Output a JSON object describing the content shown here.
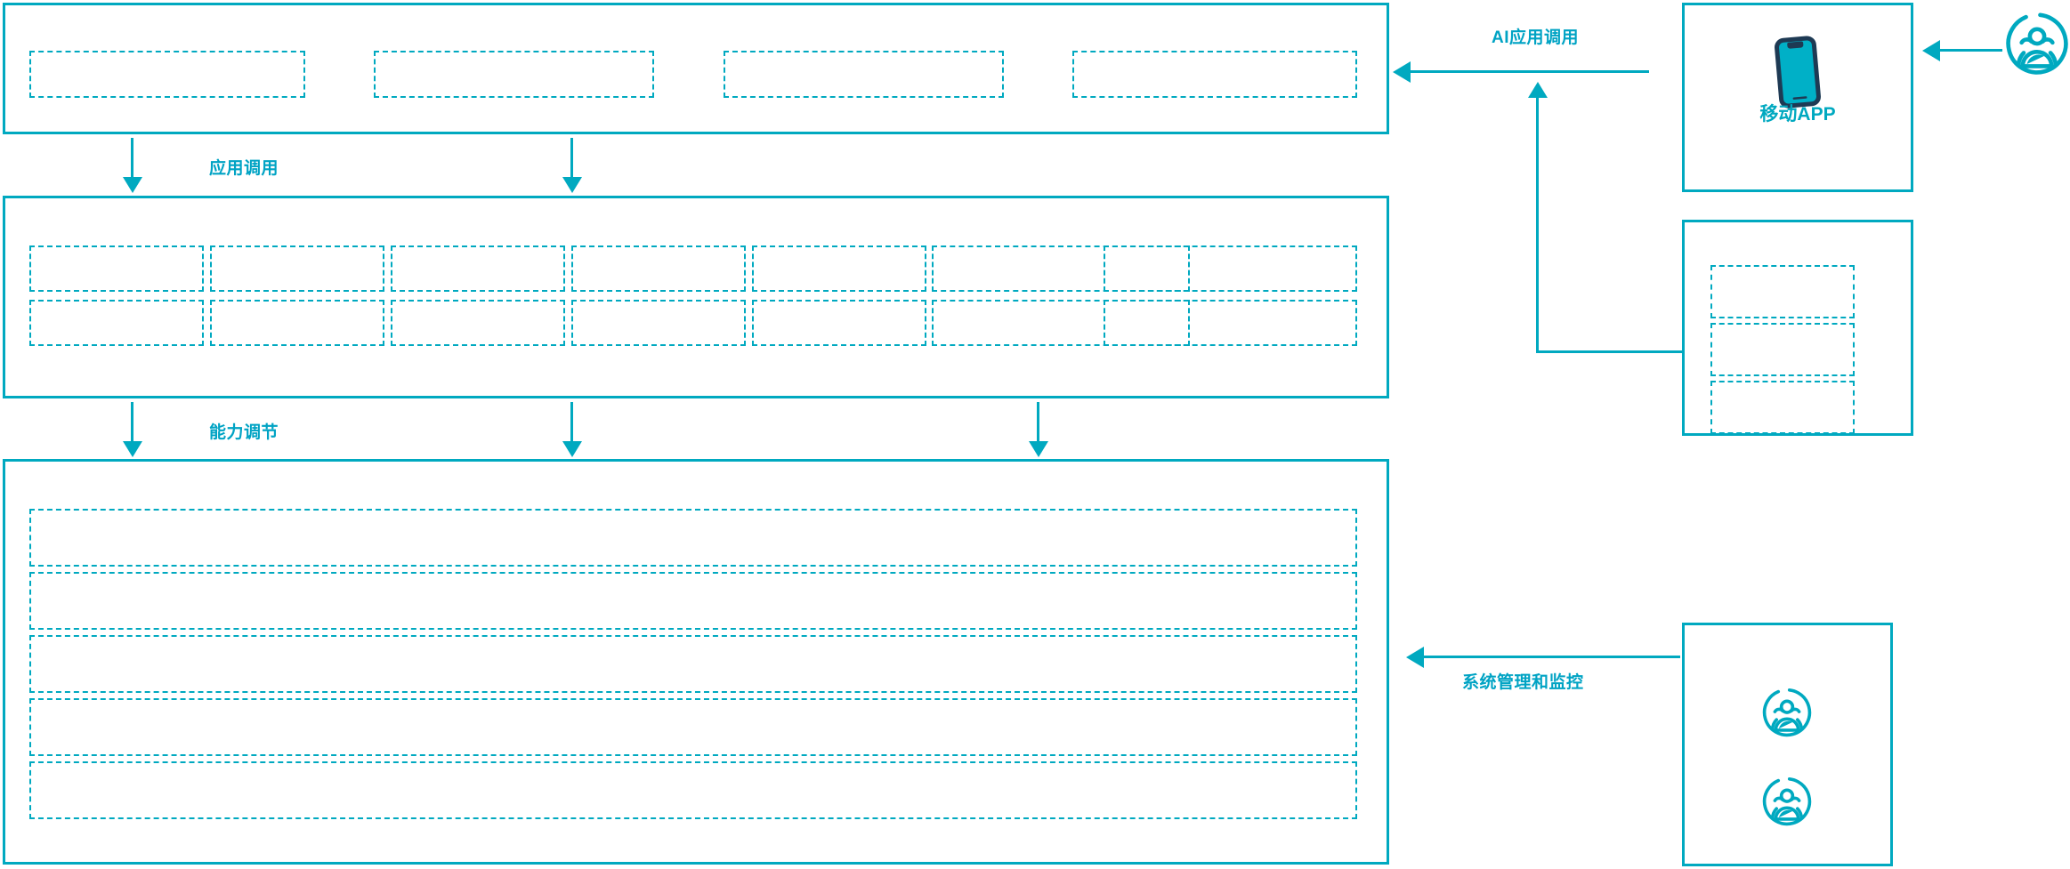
{
  "theme": {
    "accent": "#00a9c0",
    "label_color": "#00a3c4",
    "phone_outline": "#1e3a54",
    "phone_screen": "#00b0c7",
    "background": "#ffffff"
  },
  "diagram": {
    "type": "layered-architecture",
    "title_present": false
  },
  "flow_labels": {
    "app_call": "应用调用",
    "capability_adjust": "能力调节",
    "ai_app_call": "AI应用调用",
    "system_mgmt_monitor": "系统管理和监控"
  },
  "layers": [
    {
      "id": "application-layer",
      "cells": [
        {
          "id": "app-cell-1",
          "label": ""
        },
        {
          "id": "app-cell-2",
          "label": ""
        },
        {
          "id": "app-cell-3",
          "label": ""
        },
        {
          "id": "app-cell-4",
          "label": ""
        }
      ]
    },
    {
      "id": "capability-layer",
      "columns": 5,
      "rows": 2,
      "cells": [
        {
          "id": "cap-cell-r1c1",
          "label": ""
        },
        {
          "id": "cap-cell-r1c2",
          "label": ""
        },
        {
          "id": "cap-cell-r1c3",
          "label": ""
        },
        {
          "id": "cap-cell-r1c4",
          "label": ""
        },
        {
          "id": "cap-cell-r1c5",
          "label": ""
        },
        {
          "id": "cap-cell-r2c1",
          "label": ""
        },
        {
          "id": "cap-cell-r2c2",
          "label": ""
        },
        {
          "id": "cap-cell-r2c3",
          "label": ""
        },
        {
          "id": "cap-cell-r2c4",
          "label": ""
        },
        {
          "id": "cap-cell-r2c5",
          "label": ""
        }
      ]
    },
    {
      "id": "infrastructure-layer",
      "rows": 5,
      "cells": [
        {
          "id": "infra-row-1",
          "label": ""
        },
        {
          "id": "infra-row-2",
          "label": ""
        },
        {
          "id": "infra-row-3",
          "label": ""
        },
        {
          "id": "infra-row-4",
          "label": ""
        },
        {
          "id": "infra-row-5",
          "label": ""
        }
      ]
    }
  ],
  "right_panels": [
    {
      "id": "mobile-app-panel",
      "label": "移动APP",
      "icon": "smartphone-icon"
    },
    {
      "id": "secondary-panel",
      "label": "",
      "cells": [
        {
          "id": "secondary-cell-1",
          "label": ""
        },
        {
          "id": "secondary-cell-2",
          "label": ""
        },
        {
          "id": "secondary-cell-3",
          "label": ""
        }
      ]
    },
    {
      "id": "operations-panel",
      "label": "",
      "icons": [
        "user-group-icon",
        "user-group-icon"
      ]
    }
  ],
  "actors": [
    {
      "id": "end-user-actor",
      "icon": "user-group-icon",
      "label": ""
    }
  ]
}
